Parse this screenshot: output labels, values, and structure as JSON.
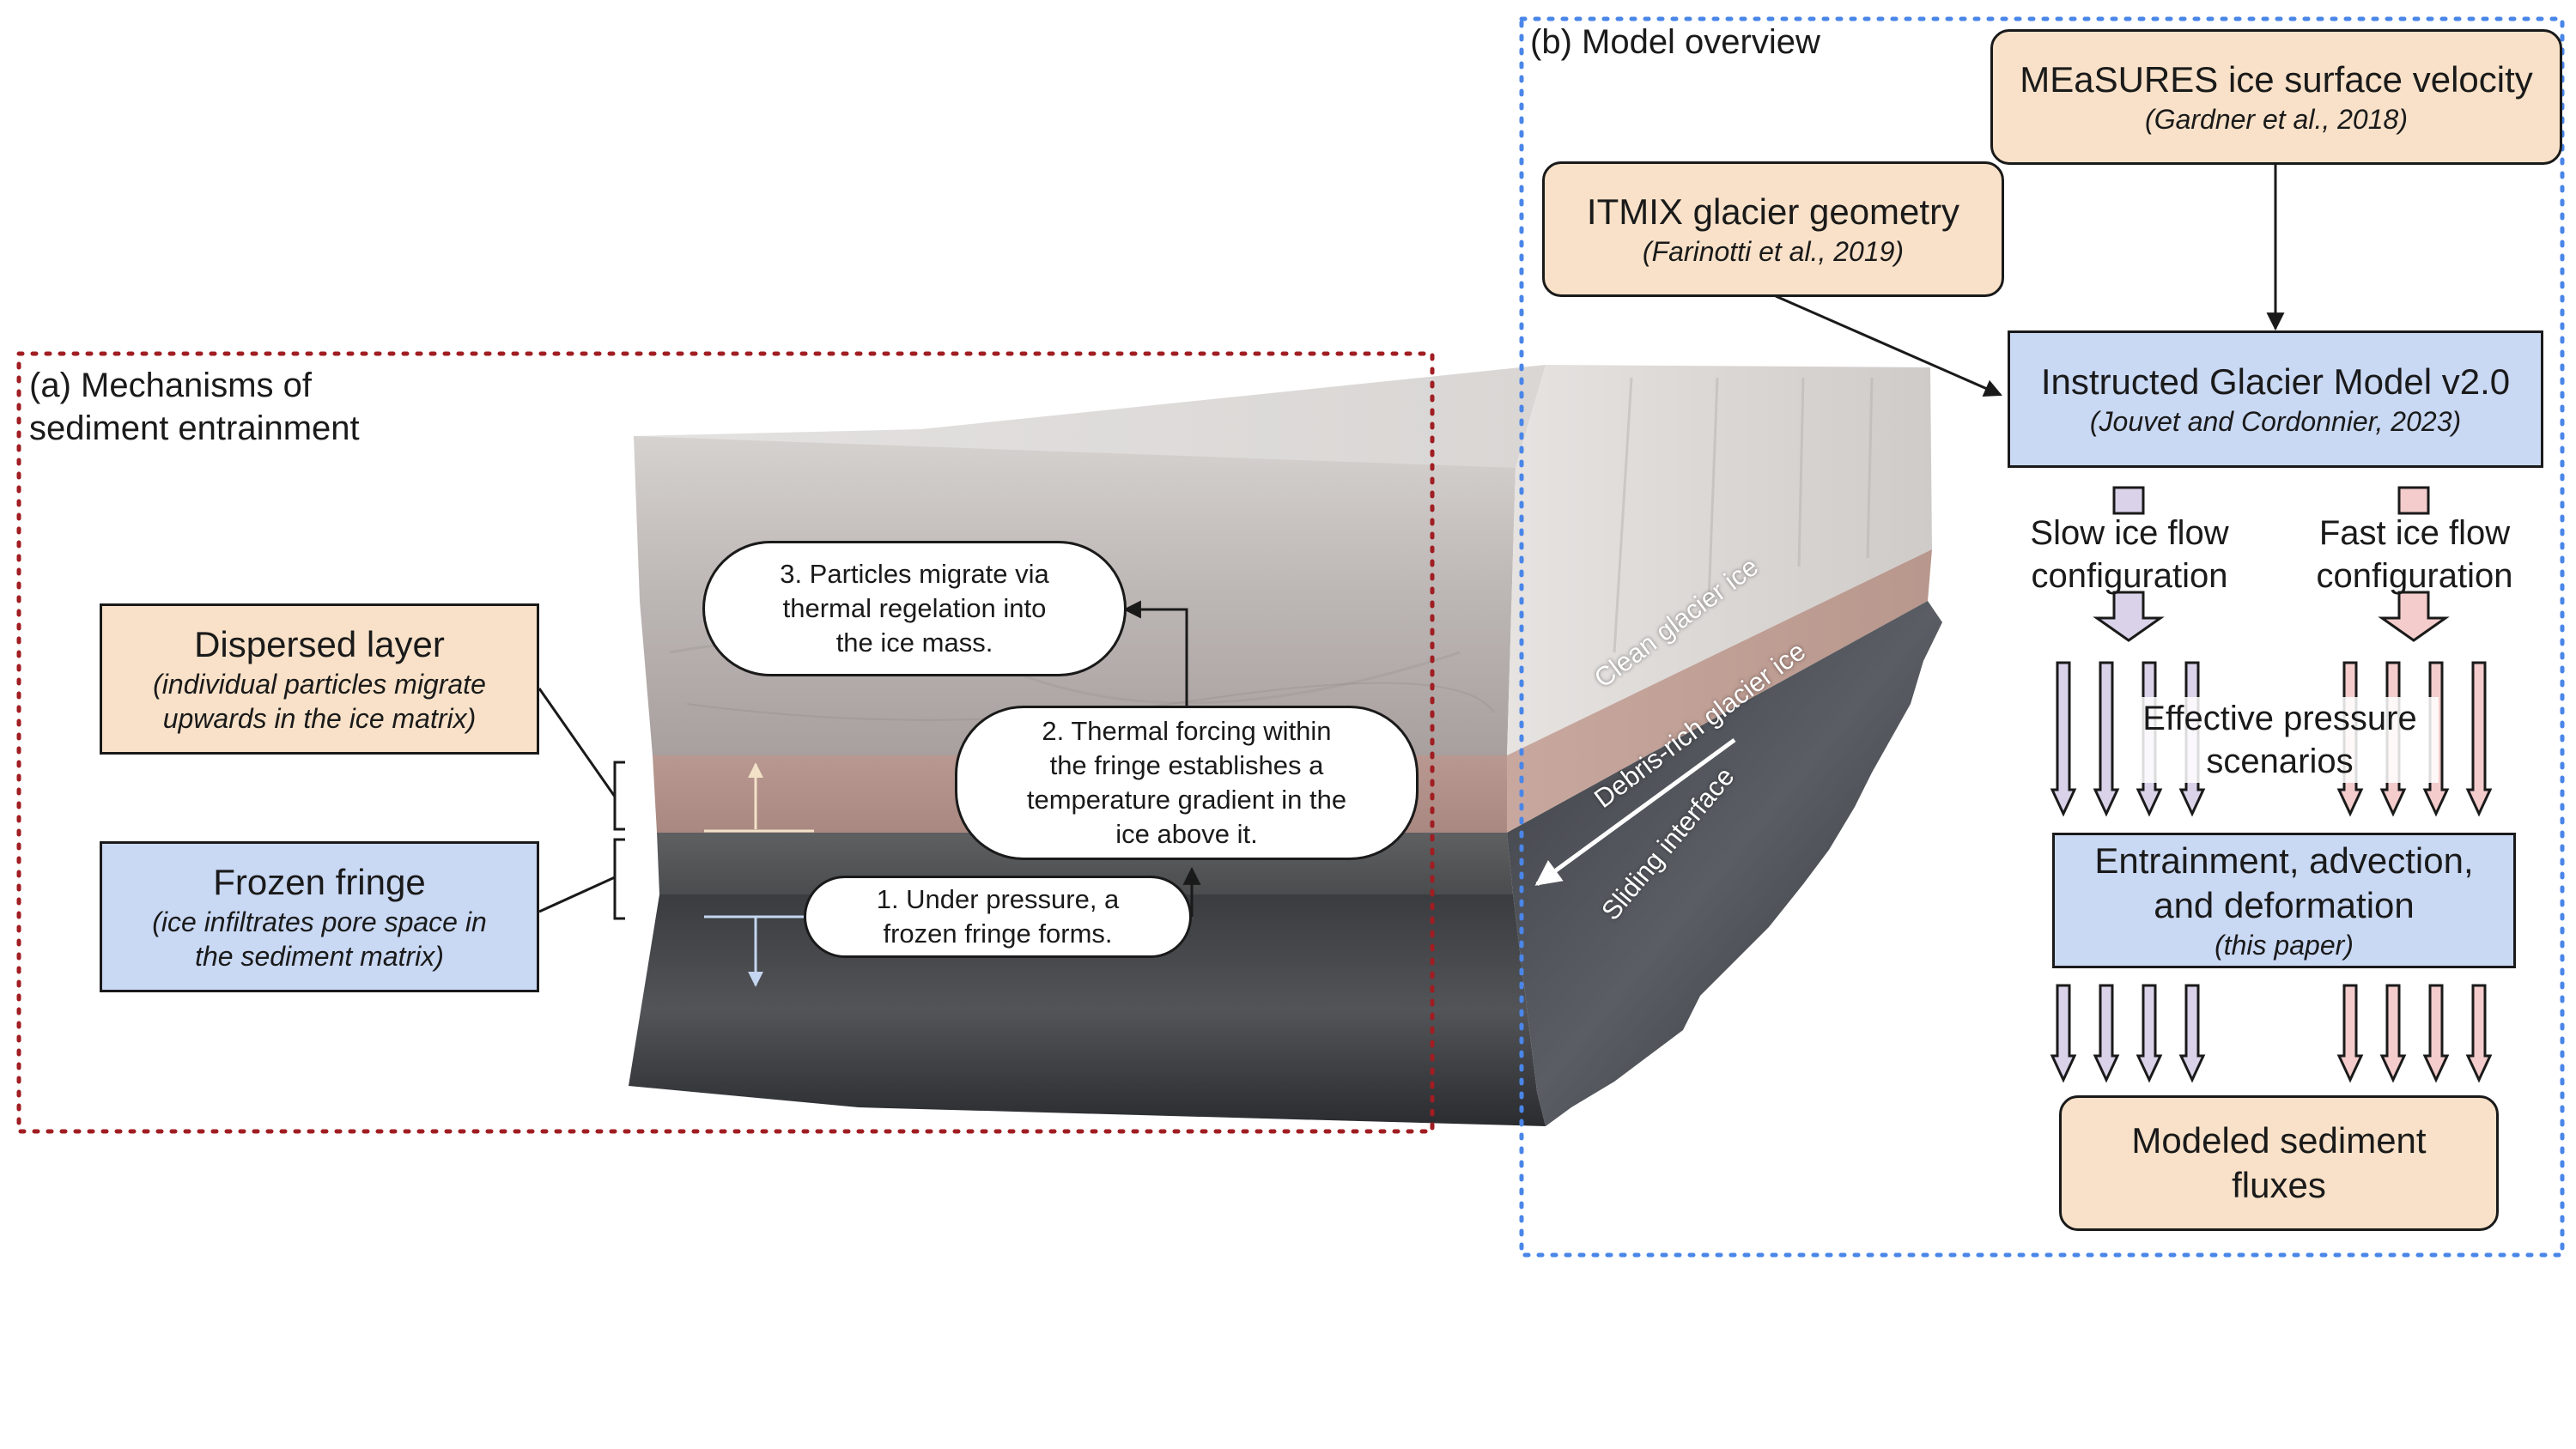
{
  "panel_a": {
    "label_line1": "(a) Mechanisms of",
    "label_line2": "sediment entrainment",
    "dispersed_layer": {
      "title": "Dispersed layer",
      "sub_line1": "(individual particles migrate",
      "sub_line2": "upwards in the ice matrix)"
    },
    "frozen_fringe": {
      "title": "Frozen fringe",
      "sub_line1": "(ice infiltrates pore space in",
      "sub_line2": "the sediment matrix)"
    },
    "step1": {
      "line1": "1. Under pressure, a",
      "line2": "frozen fringe forms."
    },
    "step2": {
      "line1": "2. Thermal forcing within",
      "line2": "the fringe establishes a",
      "line3": "temperature gradient in the",
      "line4": "ice above it."
    },
    "step3": {
      "line1": "3. Particles migrate via",
      "line2": "thermal regelation into",
      "line3": "the ice mass."
    },
    "layer_labels": {
      "clean": "Clean glacier ice",
      "debris": "Debris-rich glacier ice",
      "sliding": "Sliding interface"
    }
  },
  "panel_b": {
    "label": "(b) Model overview",
    "measures": {
      "title": "MEaSURES ice surface velocity",
      "citation": "(Gardner et al., 2018)"
    },
    "itmix": {
      "title": "ITMIX glacier geometry",
      "citation": "(Farinotti et al., 2019)"
    },
    "igm": {
      "title": "Instructed Glacier Model v2.0",
      "citation": "(Jouvet and Cordonnier, 2023)"
    },
    "slow": {
      "line1": "Slow ice flow",
      "line2": "configuration"
    },
    "fast": {
      "line1": "Fast ice flow",
      "line2": "configuration"
    },
    "effective": {
      "line1": "Effective pressure",
      "line2": "scenarios"
    },
    "entrainment": {
      "line1": "Entrainment, advection,",
      "line2": "and deformation",
      "citation": "(this paper)"
    },
    "fluxes": {
      "line1": "Modeled sediment",
      "line2": "fluxes"
    }
  },
  "colors": {
    "tan_box": "#f8e1c8",
    "blue_box": "#c9d8f3",
    "red_dotted": "#a01d22",
    "blue_dotted": "#4a86e8",
    "slow_arrow": "#d9d2e9",
    "fast_arrow": "#f4cccc"
  }
}
